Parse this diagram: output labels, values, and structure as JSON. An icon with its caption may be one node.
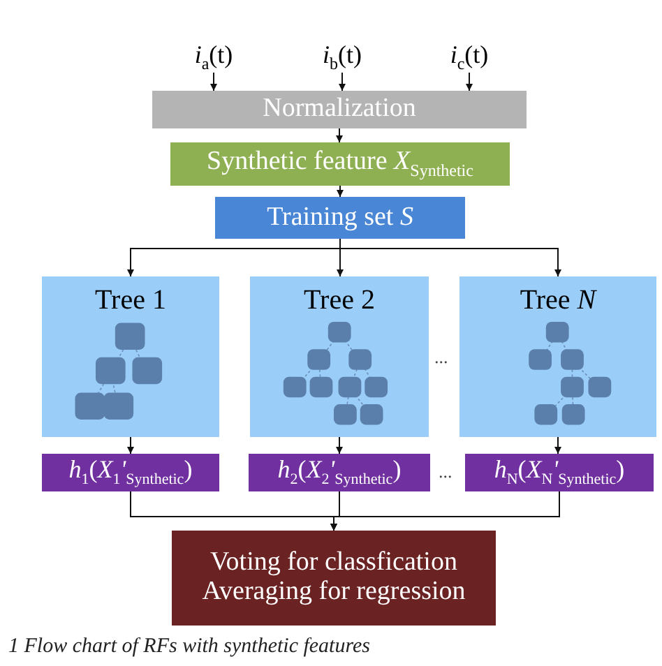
{
  "diagram": {
    "caption": "1 Flow chart of RFs with synthetic features",
    "nodes": [
      {
        "text": [
          "*i*$_{a}$(t)"
        ]
      },
      {
        "text": [
          "*i*$_{b}$(t)"
        ]
      },
      {
        "text": [
          "*i*$_{c}$(t)"
        ]
      },
      {
        "text": [
          "Normalization"
        ]
      },
      {
        "text": [
          "Synthetic feature *X*$_{Synthetic}$"
        ]
      },
      {
        "text": [
          "Training set *S*"
        ]
      },
      {
        "text": [
          "Tree 1"
        ]
      },
      {
        "text": [
          "Tree 2"
        ]
      },
      {
        "text": [
          "Tree *N*"
        ]
      },
      {
        "text": [
          "*h*$_{1}$(*X*$_{1}$*'*$_{Synthetic}$)"
        ]
      },
      {
        "text": [
          "*h*$_{2}$(*X*$_{2}$*'*$_{Synthetic}$)"
        ]
      },
      {
        "text": [
          "*h*$_{N}$(*X*$_{N}$*'*$_{Synthetic}$)"
        ]
      },
      {
        "text": [
          "Voting for classfication",
          "Averaging for regression"
        ]
      }
    ],
    "edges": [
      {
        "from": 0,
        "to": 3,
        "arrow": "to"
      },
      {
        "from": 1,
        "to": 3,
        "arrow": "to"
      },
      {
        "from": 2,
        "to": 3,
        "arrow": "to"
      },
      {
        "from": 3,
        "to": 4,
        "arrow": "to"
      },
      {
        "from": 4,
        "to": 5,
        "arrow": "to"
      },
      {
        "from": 5,
        "to": 6,
        "arrow": "to"
      },
      {
        "from": 5,
        "to": 7,
        "arrow": "to"
      },
      {
        "from": 5,
        "to": 8,
        "arrow": "to"
      },
      {
        "from": 6,
        "to": 9,
        "arrow": "to"
      },
      {
        "from": 7,
        "to": 10,
        "arrow": "to"
      },
      {
        "from": 8,
        "to": 11,
        "arrow": "to"
      },
      {
        "from": 9,
        "to": 12,
        "arrow": "to"
      },
      {
        "from": 10,
        "to": 12,
        "arrow": "to"
      },
      {
        "from": 11,
        "to": 12,
        "arrow": "to"
      }
    ],
    "labels": [
      "...",
      "..."
    ]
  }
}
